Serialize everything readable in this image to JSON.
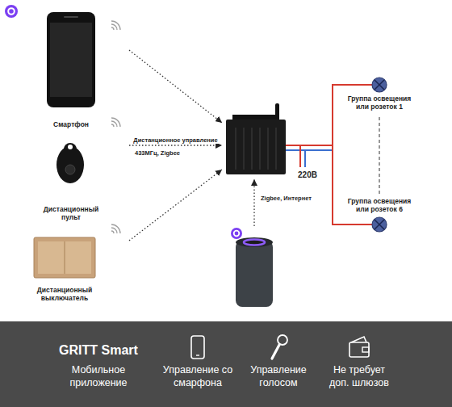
{
  "diagram": {
    "nodes": [
      {
        "text": [
          "Смартфон"
        ]
      },
      {
        "text": []
      },
      {
        "text": [
          "Группа освещения или розеток 1"
        ]
      },
      {
        "text": [
          "Дистанционный пульт"
        ]
      },
      {
        "text": [
          "Дистанционный выключатель"
        ]
      },
      {
        "text": [
          "Группа освещения или розеток 6"
        ]
      },
      {
        "text": []
      }
    ],
    "edges": [
      {
        "from": 0,
        "to": 1,
        "arrow": "to"
      },
      {
        "from": 3,
        "to": 1,
        "arrow": "to",
        "label": "Дистанционное управление"
      },
      {
        "from": 4,
        "to": 1,
        "arrow": "to"
      },
      {
        "from": 6,
        "to": 1,
        "arrow": "to",
        "label": "Zigbee, Интернет"
      },
      {
        "from": 1,
        "to": 2,
        "arrow": "none"
      },
      {
        "from": 1,
        "to": 5,
        "arrow": "none"
      },
      {
        "from": 2,
        "to": 5,
        "arrow": "none"
      }
    ],
    "labels": [
      "433МГц, Zigbee",
      "220В",
      "GRITT Smart",
      "Мобильное приложение",
      "Управление со смарфона",
      "Управление голосом",
      "Не требует доп. шлюзов"
    ]
  }
}
